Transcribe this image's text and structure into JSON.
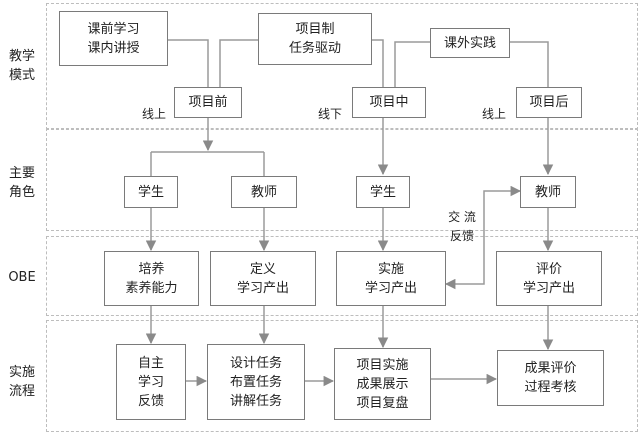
{
  "rows": {
    "teaching_mode": [
      "教学",
      "模式"
    ],
    "main_roles": [
      "主要",
      "角色"
    ],
    "obe": [
      "OBE"
    ],
    "implementation": [
      "实施",
      "流程"
    ]
  },
  "teaching_modes": {
    "classroom": [
      "课前学习",
      "课内讲授"
    ],
    "project": [
      "项目制",
      "任务驱动"
    ],
    "practice": [
      "课外实践"
    ]
  },
  "phases": {
    "before": "项目前",
    "during": "项目中",
    "after": "项目后"
  },
  "edge_labels": {
    "before": "线上",
    "during": "线下",
    "after": "线上",
    "feedback": [
      "交 流",
      "反馈"
    ]
  },
  "roles": {
    "student_1": "学生",
    "teacher_1": "教师",
    "student_2": "学生",
    "teacher_2": "教师"
  },
  "obe": {
    "cultivate": [
      "培养",
      "素养能力"
    ],
    "define": [
      "定义",
      "学习产出"
    ],
    "implement": [
      "实施",
      "学习产出"
    ],
    "evaluate": [
      "评价",
      "学习产出"
    ]
  },
  "process": {
    "self_study": [
      "自主",
      "学习",
      "反馈"
    ],
    "tasks": [
      "设计任务",
      "布置任务",
      "讲解任务"
    ],
    "project": [
      "项目实施",
      "成果展示",
      "项目复盘"
    ],
    "assessment": [
      "成果评价",
      "过程考核"
    ]
  }
}
